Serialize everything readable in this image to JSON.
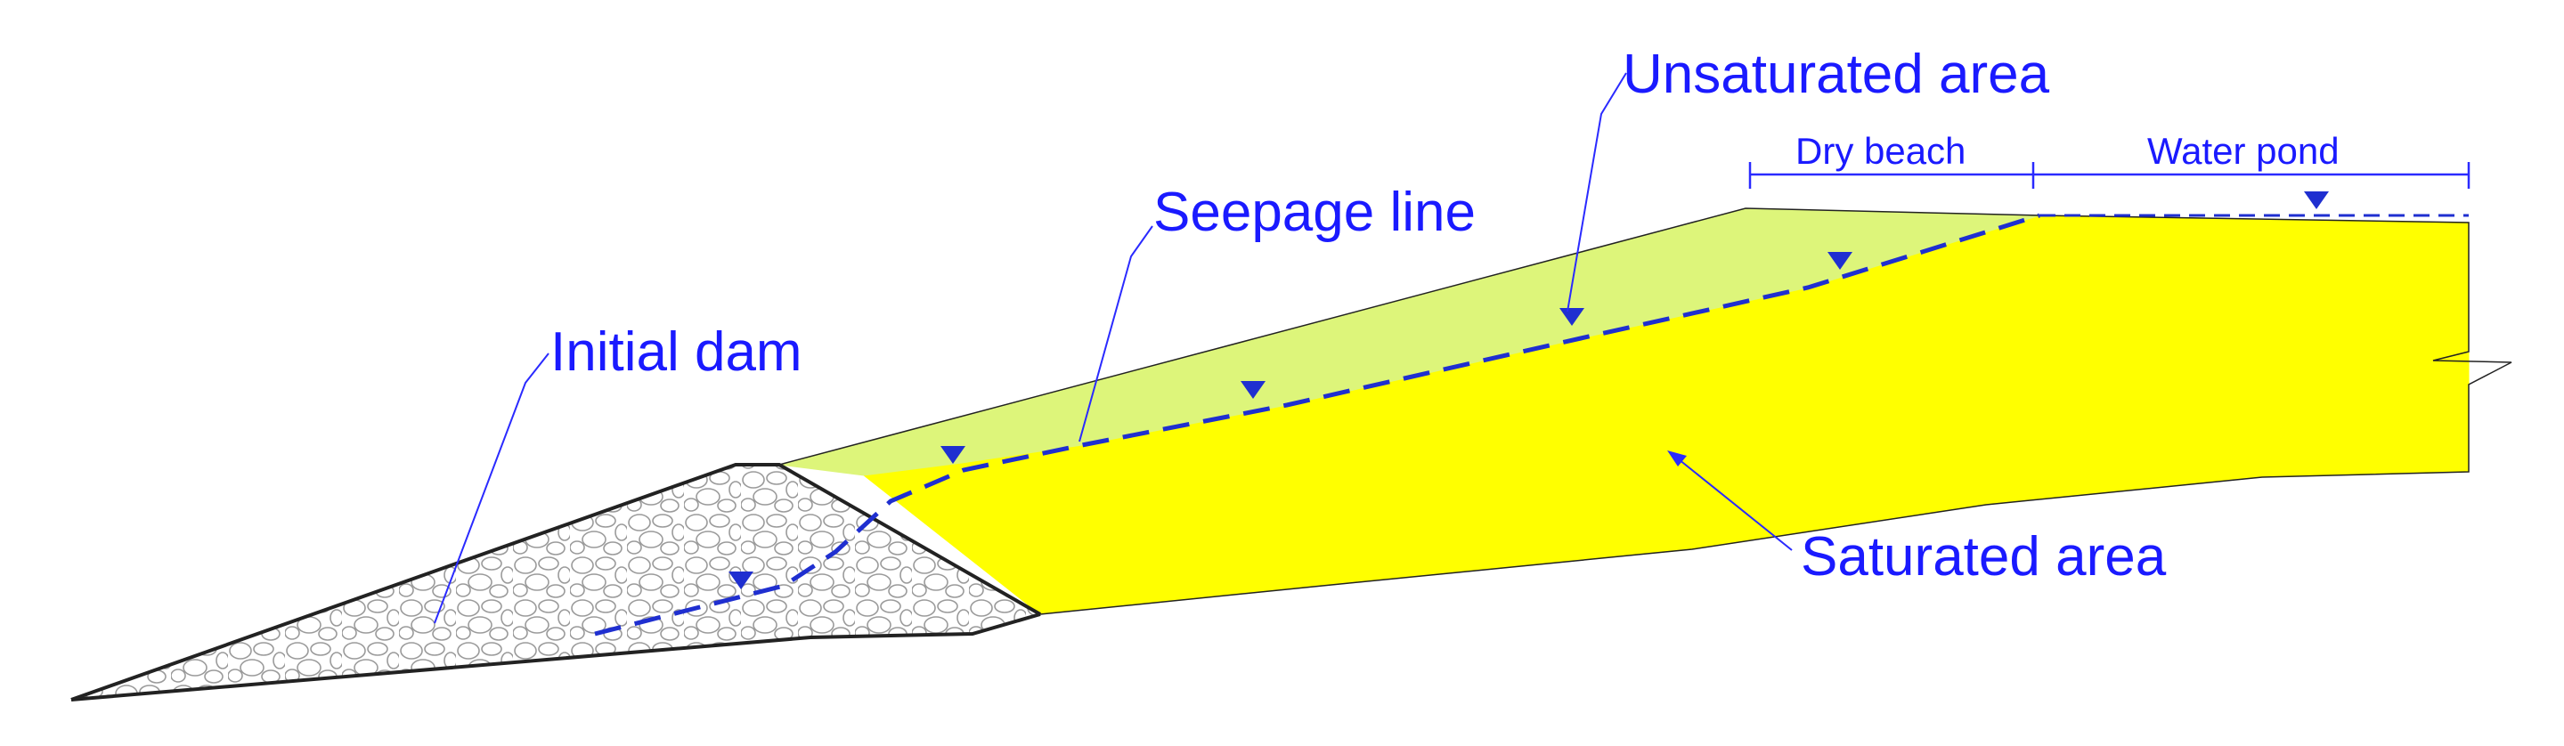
{
  "labels": {
    "unsaturated_area": "Unsaturated area",
    "dry_beach": "Dry beach",
    "water_pond": "Water pond",
    "seepage_line": "Seepage line",
    "initial_dam": "Initial dam",
    "saturated_area": "Saturated area"
  },
  "colors": {
    "label": "#1a1aff",
    "seepage_line": "#1f2fd0",
    "saturated_area": "#ffff00",
    "unsaturated_area": "#ddf57a",
    "initial_dam_fill": "#ffffff",
    "initial_dam_stones": "#9a9a9a",
    "outline": "#222222"
  },
  "icons": {
    "water_level_marker": "inverted-triangle-icon"
  }
}
